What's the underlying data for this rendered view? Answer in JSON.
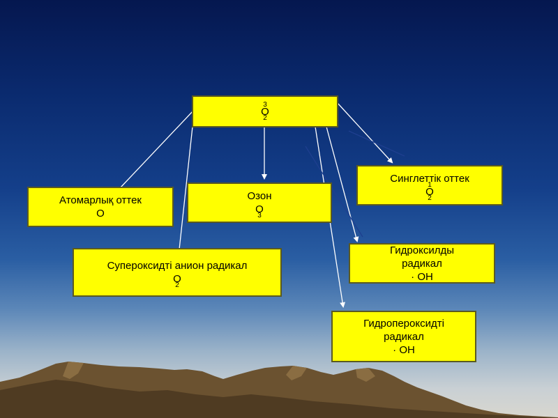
{
  "colors": {
    "box_fill": "#ffff00",
    "box_border": "#5a5a20",
    "connector": "#ffffff",
    "sky_top": "#05174f",
    "sky_horizon": "#c9d0d4",
    "mountain": "#6b5230"
  },
  "diagram": {
    "root": {
      "sup": "3",
      "base": "O",
      "sub": "2"
    },
    "atomic": {
      "line1": "Атомарлық оттек",
      "line2": "O"
    },
    "ozone": {
      "line1": "Озон",
      "line2_base": "O",
      "line2_sub": "3"
    },
    "singlet": {
      "line1": "Синглеттік оттек",
      "line2_sup": "1",
      "line2_base": "O",
      "line2_sub": "2"
    },
    "superoxide": {
      "line1": "Супероксидті анион радикал",
      "line2_base": "O",
      "line2_sub": "2"
    },
    "hydroxyl": {
      "line1": "Гидроксилды",
      "line2": "радикал",
      "line3": "· OH"
    },
    "hydroperoxyl": {
      "line1": "Гидропероксидті",
      "line2": "радикал",
      "line3": "· OH"
    }
  }
}
